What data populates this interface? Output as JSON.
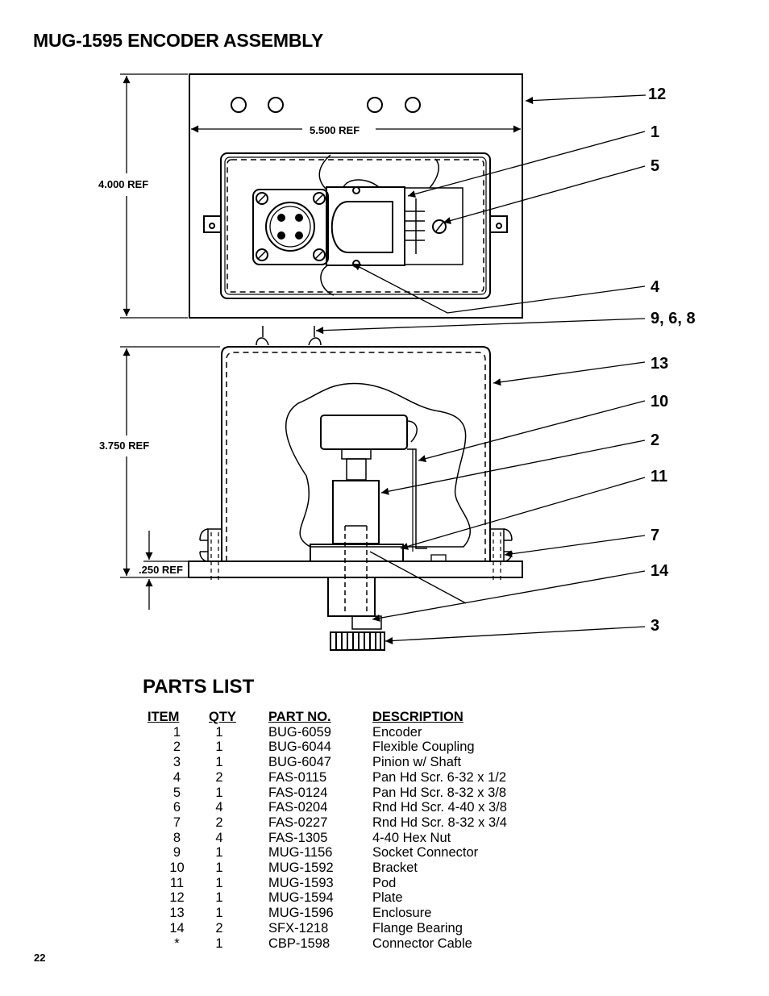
{
  "page_title": "MUG-1595 ENCODER ASSEMBLY",
  "dimensions": {
    "width": "5.500 REF",
    "height_top": "4.000 REF",
    "height_bottom": "3.750 REF",
    "plate": ".250 REF"
  },
  "callouts": [
    "12",
    "1",
    "5",
    "4",
    "9, 6, 8",
    "13",
    "10",
    "2",
    "11",
    "7",
    "14",
    "3"
  ],
  "parts_list": {
    "title": "PARTS LIST",
    "headers": {
      "item": "ITEM",
      "qty": "QTY",
      "part": "PART NO.",
      "desc": "DESCRIPTION"
    },
    "rows": [
      {
        "item": "1",
        "qty": "1",
        "part": "BUG-6059",
        "desc": "Encoder"
      },
      {
        "item": "2",
        "qty": "1",
        "part": "BUG-6044",
        "desc": "Flexible Coupling"
      },
      {
        "item": "3",
        "qty": "1",
        "part": "BUG-6047",
        "desc": "Pinion w/ Shaft"
      },
      {
        "item": "4",
        "qty": "2",
        "part": "FAS-0115",
        "desc": "Pan Hd Scr. 6-32 x 1/2"
      },
      {
        "item": "5",
        "qty": "1",
        "part": "FAS-0124",
        "desc": "Pan Hd Scr. 8-32 x 3/8"
      },
      {
        "item": "6",
        "qty": "4",
        "part": "FAS-0204",
        "desc": "Rnd Hd Scr. 4-40 x 3/8"
      },
      {
        "item": "7",
        "qty": "2",
        "part": "FAS-0227",
        "desc": "Rnd Hd Scr. 8-32 x 3/4"
      },
      {
        "item": "8",
        "qty": "4",
        "part": "FAS-1305",
        "desc": "4-40 Hex Nut"
      },
      {
        "item": "9",
        "qty": "1",
        "part": "MUG-1156",
        "desc": "Socket Connector"
      },
      {
        "item": "10",
        "qty": "1",
        "part": "MUG-1592",
        "desc": "Bracket"
      },
      {
        "item": "11",
        "qty": "1",
        "part": "MUG-1593",
        "desc": "Pod"
      },
      {
        "item": "12",
        "qty": "1",
        "part": "MUG-1594",
        "desc": "Plate"
      },
      {
        "item": "13",
        "qty": "1",
        "part": "MUG-1596",
        "desc": "Enclosure"
      },
      {
        "item": "14",
        "qty": "2",
        "part": "SFX-1218",
        "desc": "Flange Bearing"
      },
      {
        "item": "*",
        "qty": "1",
        "part": "CBP-1598",
        "desc": "Connector Cable"
      }
    ]
  },
  "page_number": "22"
}
